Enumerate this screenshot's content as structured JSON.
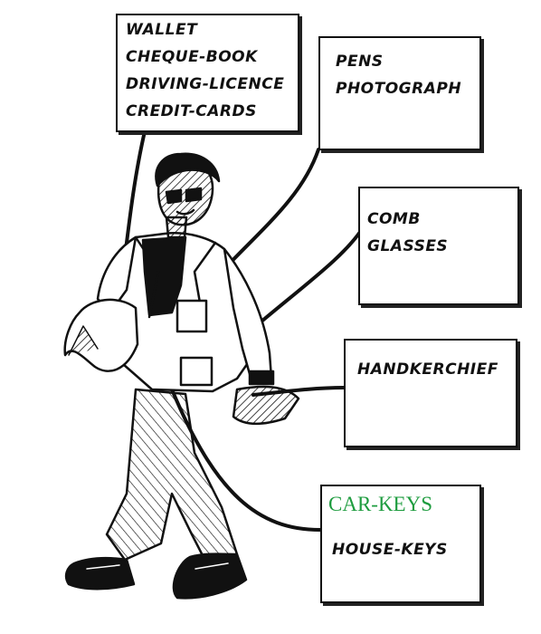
{
  "colors": {
    "ink": "#111111",
    "paper": "#ffffff",
    "car_keys_text": "#1e9c3f"
  },
  "labels": {
    "wallet_box": [
      "WALLET",
      "CHEQUE-BOOK",
      "DRIVING-LICENCE",
      "CREDIT-CARDS"
    ],
    "pens_box": [
      "PENS",
      "PHOTOGRAPH"
    ],
    "comb_box": [
      "COMB",
      "GLASSES"
    ],
    "handkerchief_box": [
      "HANDKERCHIEF"
    ],
    "keys_box": {
      "car_keys": "CAR-KEYS",
      "house_keys": "HOUSE-KEYS"
    }
  }
}
